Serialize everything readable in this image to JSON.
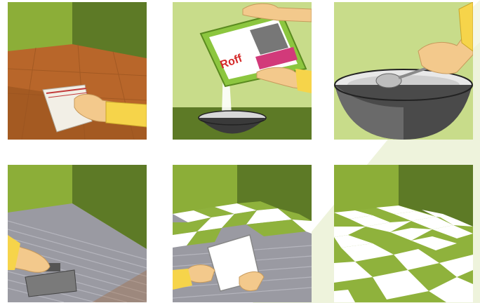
{
  "steps": [
    {
      "name": "wipe-floor",
      "description": ""
    },
    {
      "name": "pour-powder",
      "description": ""
    },
    {
      "name": "mix-adhesive",
      "description": ""
    },
    {
      "name": "spread-adhesive",
      "description": ""
    },
    {
      "name": "place-tiles",
      "description": ""
    },
    {
      "name": "finished-floor",
      "description": ""
    }
  ],
  "product": {
    "brand": "Roff"
  },
  "colors": {
    "wall_light": "#8cae38",
    "wall_dark": "#5d7a26",
    "floor_terracotta": "#b8662a",
    "tile_green": "#8fb23c",
    "tile_white": "#ffffff",
    "adhesive_grey": "#9a9aa2",
    "skin": "#f3c98c",
    "sleeve": "#f6d44a",
    "bowl": "#3a3a3a"
  }
}
